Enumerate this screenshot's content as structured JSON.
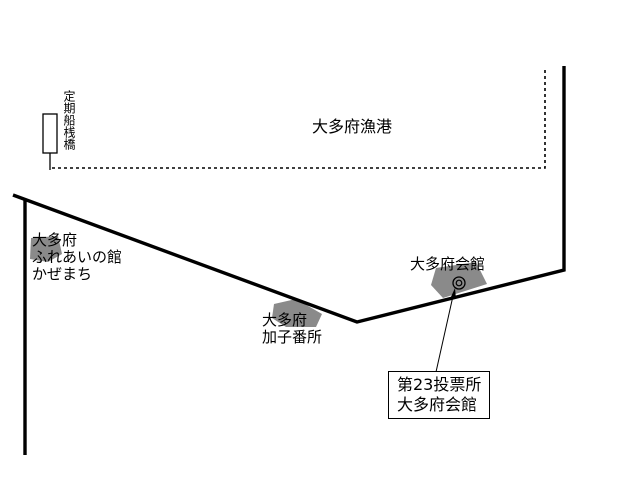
{
  "map": {
    "harbor_label": "大多府漁港",
    "pier_label": "定期船桟橋",
    "fureai": {
      "line1": "大多府",
      "line2": "ふれあいの館",
      "line3": "かぜまち"
    },
    "kako": {
      "line1": "大多府",
      "line2": "加子番所"
    },
    "kaikan_label": "大多府会館",
    "polling": {
      "line1": "第23投票所",
      "line2": "大多府会館"
    },
    "marker_symbol": "◎",
    "colors": {
      "line": "#000000",
      "building": "#8a8a8a",
      "background": "#ffffff"
    }
  }
}
